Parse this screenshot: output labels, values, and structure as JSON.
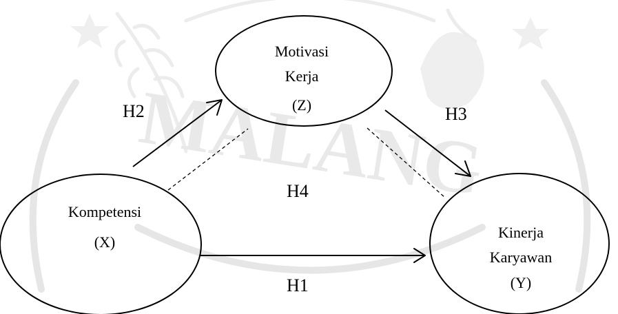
{
  "watermark": {
    "text": "MALANG"
  },
  "nodes": {
    "motivasi": {
      "line1": "Motivasi",
      "line2": "Kerja",
      "line3": "(Z)"
    },
    "kompetensi": {
      "line1": "Kompetensi",
      "line2": "(X)"
    },
    "kinerja": {
      "line1": "Kinerja",
      "line2": "Karyawan",
      "line3": "(Y)"
    }
  },
  "hypotheses": {
    "h1": "H1",
    "h2": "H2",
    "h3": "H3",
    "h4": "H4"
  }
}
